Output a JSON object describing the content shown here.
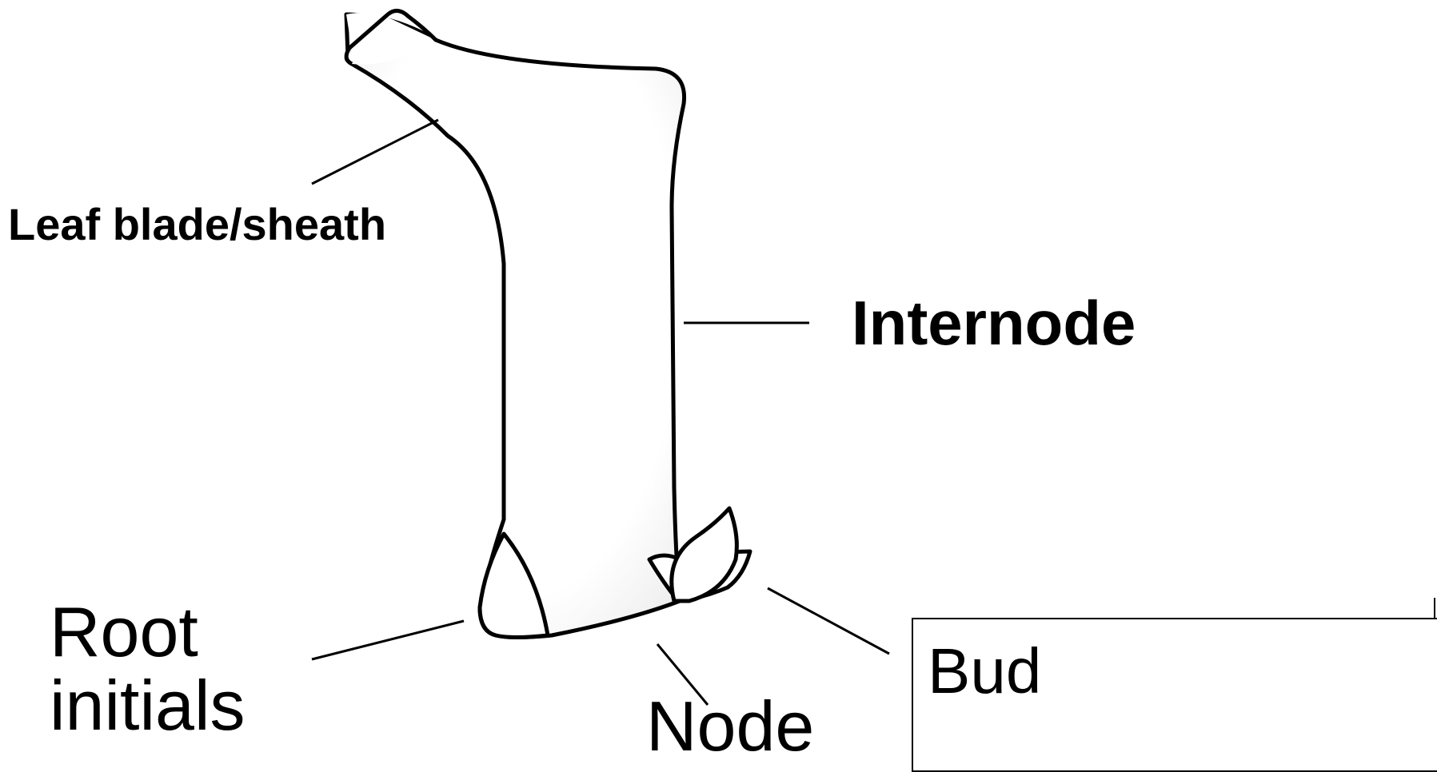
{
  "diagram": {
    "labels": {
      "leaf_blade_sheath": "Leaf blade/sheath",
      "internode": "Internode",
      "root_initials": "Root\ninitials",
      "node": "Node",
      "bud": "Bud"
    },
    "colors": {
      "outline": "#000000",
      "fill": "#ffffff",
      "shading": "#eeeeee"
    }
  }
}
